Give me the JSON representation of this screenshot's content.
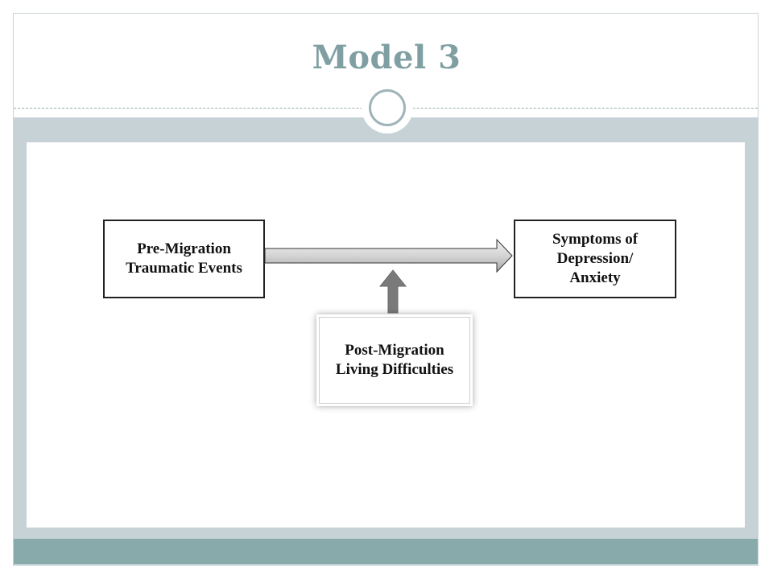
{
  "slide": {
    "title": "Model 3"
  },
  "diagram": {
    "boxes": {
      "pre_migration": "Pre-Migration\nTraumatic Events",
      "symptoms": "Symptoms of\nDepression/\nAnxiety",
      "post_migration": "Post-Migration\nLiving Difficulties"
    }
  },
  "colors": {
    "title": "#7f9fa3",
    "band": "#c7d2d7",
    "footer": "#89aaab",
    "arrow_fill": "#d6d6d6",
    "moderator_arrow": "#7a7a7a"
  }
}
